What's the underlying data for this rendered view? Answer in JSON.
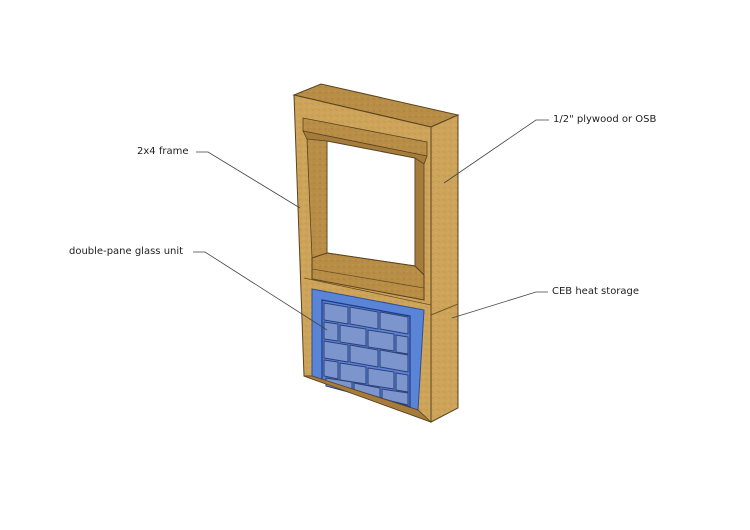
{
  "labels": {
    "frame": "2x4 frame",
    "glass": "double-pane glass unit",
    "plywood": "1/2\" plywood or OSB",
    "ceb": "CEB heat storage"
  },
  "colors": {
    "background": "#ffffff",
    "wood_side": "#d2a95a",
    "wood_face": "#c99a4c",
    "wood_top": "#b68a42",
    "wood_dark": "#9c7436",
    "glass_blue": "#5a84d6",
    "brick": "#7c95cc",
    "leader": "#444444"
  }
}
